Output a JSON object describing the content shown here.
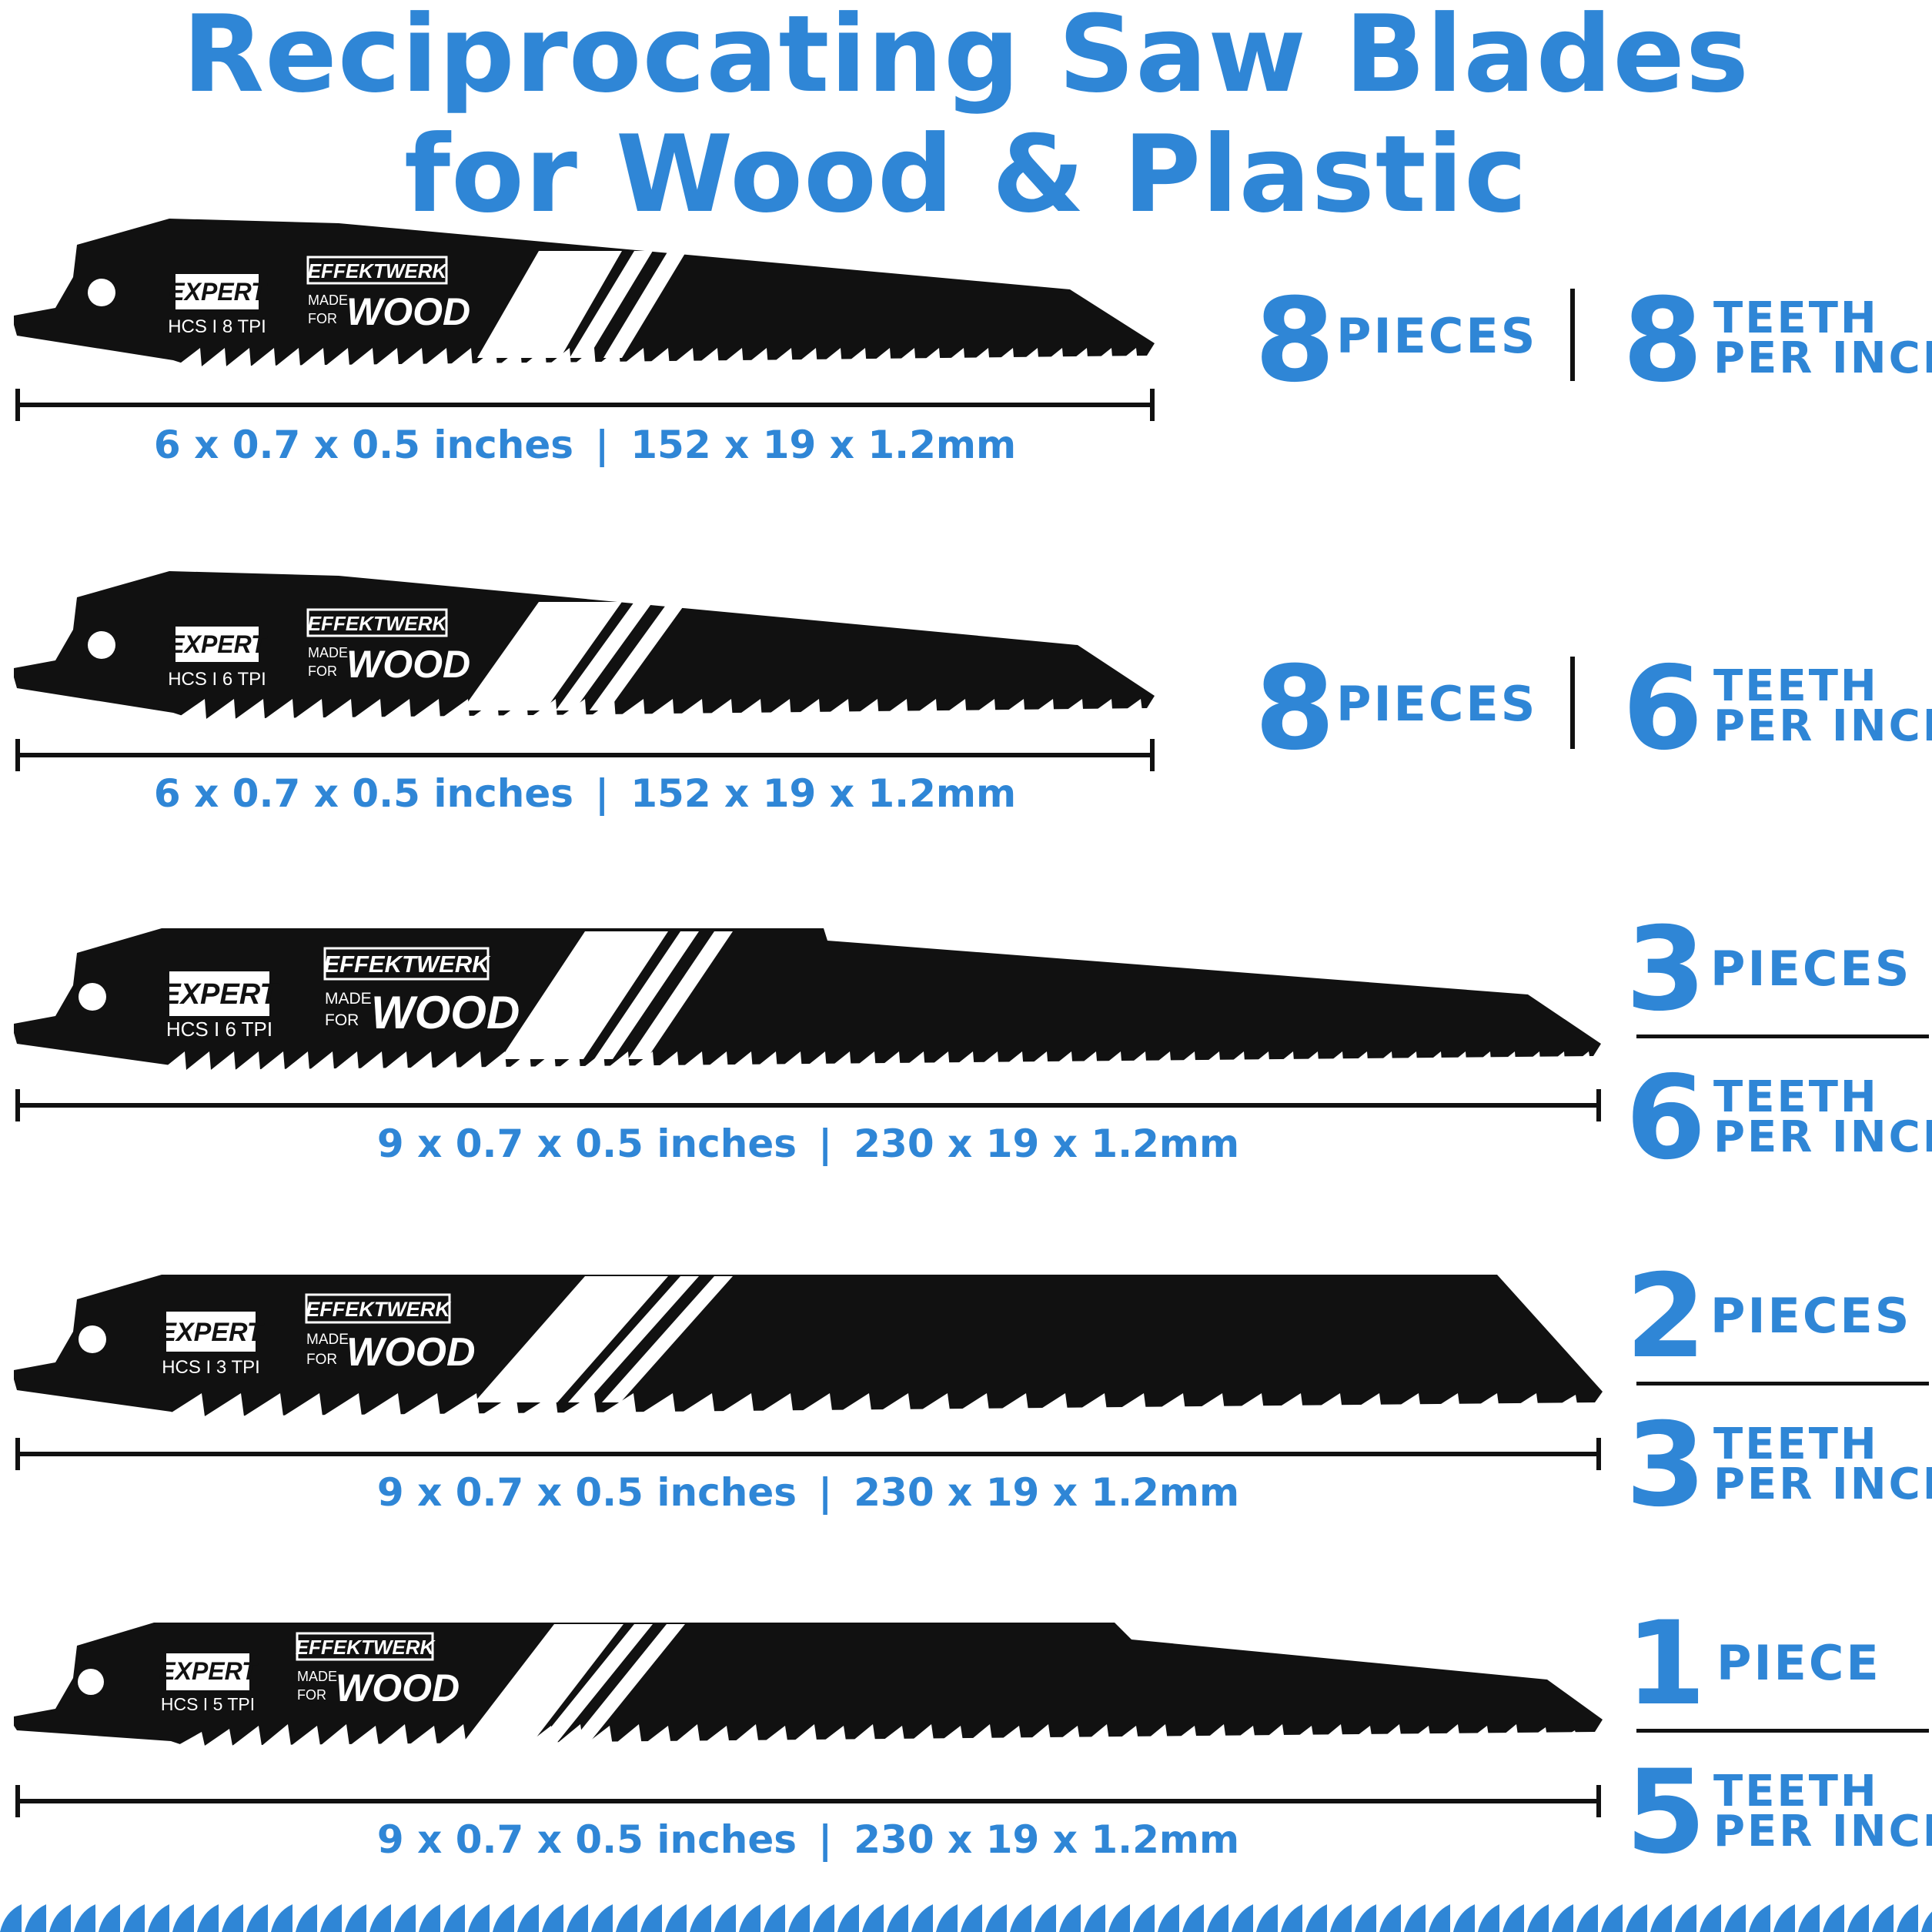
{
  "title": {
    "line1": "Reciprocating Saw Blades",
    "line2": "for Wood & Plastic"
  },
  "colors": {
    "accent": "#2f86d6",
    "blade": "#111111",
    "divider": "#111111"
  },
  "blades": [
    {
      "badge": "EXPERT",
      "code": "HCS I 8 TPI",
      "brand": "EFFEKTWERK",
      "made": "MADE",
      "for": "FOR",
      "material": "WOOD",
      "dims_imperial": "6 x 0.7 x 0.5 inches",
      "dims_metric": "152 x 19 x 1.2mm",
      "pieces_count": "8",
      "pieces_label": "PIECES",
      "teeth_count": "8",
      "teeth_label_1": "TEETH",
      "teeth_label_2": "PER INCH"
    },
    {
      "badge": "EXPERT",
      "code": "HCS I 6 TPI",
      "brand": "EFFEKTWERK",
      "made": "MADE",
      "for": "FOR",
      "material": "WOOD",
      "dims_imperial": "6 x 0.7 x 0.5 inches",
      "dims_metric": "152 x 19 x 1.2mm",
      "pieces_count": "8",
      "pieces_label": "PIECES",
      "teeth_count": "6",
      "teeth_label_1": "TEETH",
      "teeth_label_2": "PER INCH"
    },
    {
      "badge": "EXPERT",
      "code": "HCS I 6 TPI",
      "brand": "EFFEKTWERK",
      "made": "MADE",
      "for": "FOR",
      "material": "WOOD",
      "dims_imperial": "9 x 0.7 x 0.5 inches",
      "dims_metric": "230 x 19 x 1.2mm",
      "pieces_count": "3",
      "pieces_label": "PIECES",
      "teeth_count": "6",
      "teeth_label_1": "TEETH",
      "teeth_label_2": "PER INCH"
    },
    {
      "badge": "EXPERT",
      "code": "HCS I 3 TPI",
      "brand": "EFFEKTWERK",
      "made": "MADE",
      "for": "FOR",
      "material": "WOOD",
      "dims_imperial": "9 x 0.7 x 0.5 inches",
      "dims_metric": "230 x 19 x 1.2mm",
      "pieces_count": "2",
      "pieces_label": "PIECES",
      "teeth_count": "3",
      "teeth_label_1": "TEETH",
      "teeth_label_2": "PER INCH"
    },
    {
      "badge": "EXPERT",
      "code": "HCS I 5 TPI",
      "brand": "EFFEKTWERK",
      "made": "MADE",
      "for": "FOR",
      "material": "WOOD",
      "dims_imperial": "9 x 0.7 x 0.5 inches",
      "dims_metric": "230 x 19 x 1.2mm",
      "pieces_count": "1",
      "pieces_label": "PIECE",
      "teeth_count": "5",
      "teeth_label_1": "TEETH",
      "teeth_label_2": "PER INCH"
    }
  ]
}
